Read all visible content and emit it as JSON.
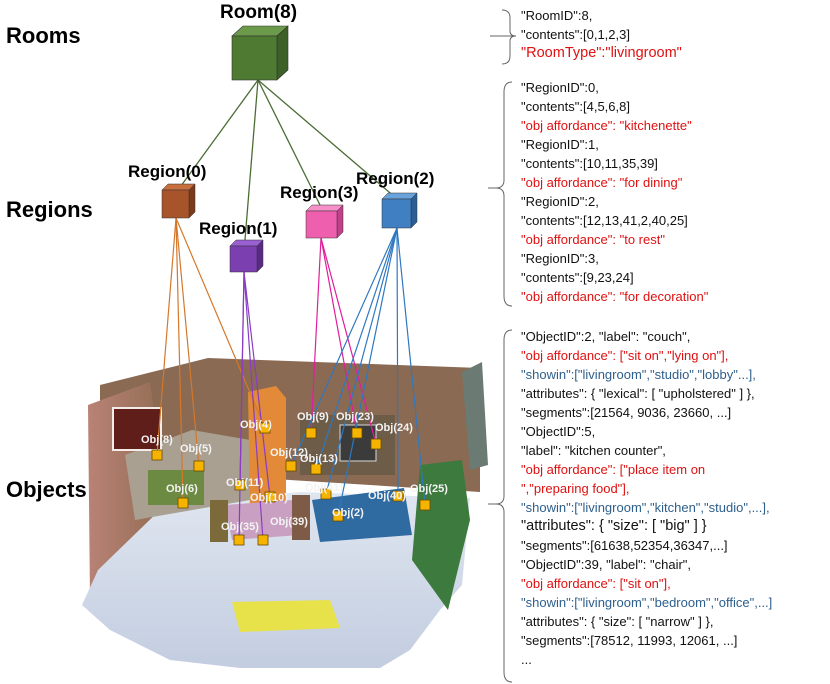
{
  "levels": {
    "rooms": "Rooms",
    "regions": "Regions",
    "objects": "Objects"
  },
  "room_node": {
    "label": "Room(8)",
    "color": "#4f7a32"
  },
  "region_nodes": [
    {
      "label": "Region(0)",
      "color": "#a8542a"
    },
    {
      "label": "Region(1)",
      "color": "#7b3fb0"
    },
    {
      "label": "Region(3)",
      "color": "#ee5fae"
    },
    {
      "label": "Region(2)",
      "color": "#3f7fc2"
    }
  ],
  "object_labels": [
    "Obj(8)",
    "Obj(5)",
    "Obj(6)",
    "Obj(4)",
    "Obj(11)",
    "Obj(10)",
    "Obj(12)",
    "Obj(13)",
    "Obj(9)",
    "Obj(23)",
    "Obj(24)",
    "Obj(41)",
    "Obj(2)",
    "Obj(40)",
    "Obj(25)",
    "Obj(35)",
    "Obj(39)"
  ],
  "edge_colors": {
    "room": "#4a6d35",
    "region0": "#d4782a",
    "region1": "#8a3cc4",
    "region3": "#e01e9c",
    "region2": "#2f78c0"
  },
  "room_json": [
    {
      "text": "\"RoomID\":8,",
      "style": "k"
    },
    {
      "text": "\"contents\":[0,1,2,3]",
      "style": "k"
    },
    {
      "text": "\"RoomType\":\"livingroom\"",
      "style": "r big"
    }
  ],
  "region_json": [
    {
      "text": "\"RegionID\":0,",
      "style": "k"
    },
    {
      "text": "\"contents\":[4,5,6,8]",
      "style": "k"
    },
    {
      "text": "\"obj affordance\": \"kitchenette\"",
      "style": "r"
    },
    {
      "text": "\"RegionID\":1,",
      "style": "k"
    },
    {
      "text": "\"contents\":[10,11,35,39]",
      "style": "k"
    },
    {
      "text": "\"obj affordance\": \"for dining\"",
      "style": "r"
    },
    {
      "text": "\"RegionID\":2,",
      "style": "k"
    },
    {
      "text": "\"contents\":[12,13,41,2,40,25]",
      "style": "k"
    },
    {
      "text": "\"obj affordance\": \"to rest\"",
      "style": "r"
    },
    {
      "text": "\"RegionID\":3,",
      "style": "k"
    },
    {
      "text": "\"contents\":[9,23,24]",
      "style": "k"
    },
    {
      "text": "\"obj affordance\": \"for decoration\"",
      "style": "r"
    }
  ],
  "object_json": [
    {
      "text": "\"ObjectID\":2, \"label\": \"couch\",",
      "style": "k"
    },
    {
      "text": "\"obj affordance\": [\"sit on\",\"lying on\"],",
      "style": "r"
    },
    {
      "text": "\"showin\":[\"livingroom\",\"studio\",\"lobby\"...],",
      "style": "b"
    },
    {
      "text": "\"attributes\": { \"lexical\": [ \"upholstered\" ] },",
      "style": "k"
    },
    {
      "text": "\"segments\":[21564, 9036, 23660, ...]",
      "style": "k"
    },
    {
      "text": "\"ObjectID\":5,",
      "style": "k"
    },
    {
      "text": "\"label\": \"kitchen counter\",",
      "style": "k"
    },
    {
      "text": "\"obj affordance\": [\"place item on",
      "style": "r"
    },
    {
      "text": "\",\"preparing food\"],",
      "style": "r"
    },
    {
      "text": "\"showin\":[\"livingroom\",\"kitchen\",\"studio\",...],",
      "style": "b"
    },
    {
      "text": "\"attributes\": { \"size\": [ \"big\" ] }",
      "style": "k big"
    },
    {
      "text": "\"segments\":[61638,52354,36347,...]",
      "style": "k"
    },
    {
      "text": "\"ObjectID\":39, \"label\": \"chair\",",
      "style": "k"
    },
    {
      "text": "\"obj affordance\": [\"sit on\"],",
      "style": "r"
    },
    {
      "text": "\"showin\":[\"livingroom\",\"bedroom\",\"office\",...]",
      "style": "b"
    },
    {
      "text": "\"attributes\": { \"size\": [ \"narrow\" ] },",
      "style": "k"
    },
    {
      "text": "\"segments\":[78512, 11993, 12061, ...]",
      "style": "k"
    },
    {
      "text": "...",
      "style": "k"
    }
  ]
}
